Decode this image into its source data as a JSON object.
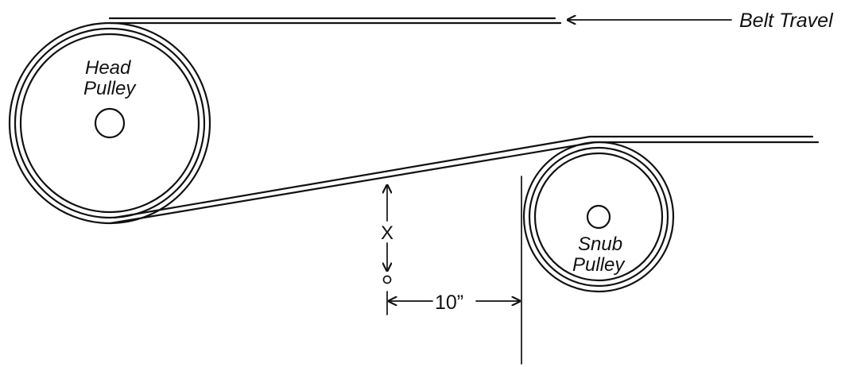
{
  "labels": {
    "belt_travel": "Belt Travel",
    "head_pulley_line1": "Head",
    "head_pulley_line2": "Pulley",
    "snub_pulley_line1": "Snub",
    "snub_pulley_line2": "Pulley",
    "x_dimension": "X",
    "distance_dimension": "10”"
  },
  "colors": {
    "line": "#111111",
    "background": "#ffffff"
  },
  "icons": {
    "direction": "arrow-left-icon",
    "pivot": "small-circle-icon"
  }
}
